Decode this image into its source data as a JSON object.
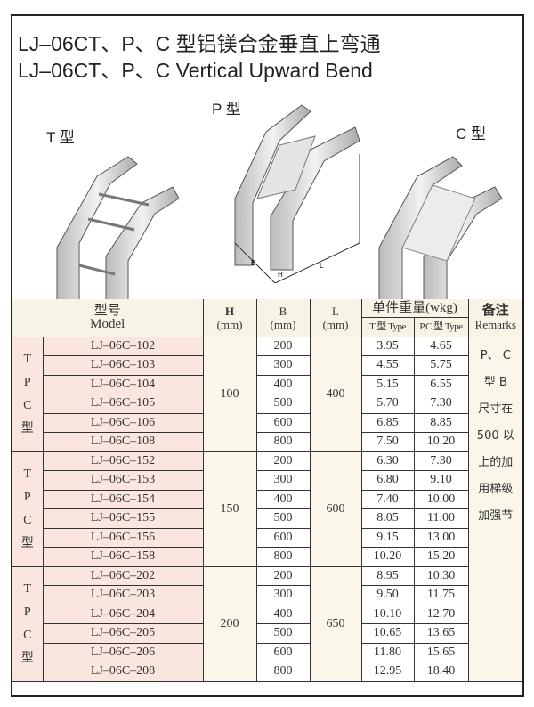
{
  "title_cn": "LJ–06CT、P、C 型铝镁合金垂直上弯通",
  "title_en": "LJ–06CT、P、C Vertical Upward Bend",
  "labels": {
    "t": "T 型",
    "p": "P 型",
    "c": "C 型",
    "dim_b": "B",
    "dim_h": "H",
    "dim_l": "L"
  },
  "header": {
    "model_cn": "型号",
    "model_en": "Model",
    "h": "H",
    "b": "B",
    "l": "L",
    "mm": "(mm)",
    "weight": "单件重量(wkg)",
    "t_type": "T 型 Type",
    "pc_type": "P,C 型 Type",
    "remarks_cn": "备注",
    "remarks_en": "Remarks"
  },
  "type_label": [
    "T",
    "P",
    "C",
    "型"
  ],
  "remarks": [
    "P、 C",
    "型 B",
    "尺寸在",
    "500 以",
    "上的加",
    "用梯级",
    "加强节"
  ],
  "groups": [
    {
      "h": "100",
      "l": "400",
      "rows": [
        {
          "model": "LJ–06C–102",
          "b": "200",
          "t": "3.95",
          "pc": "4.65"
        },
        {
          "model": "LJ–06C–103",
          "b": "300",
          "t": "4.55",
          "pc": "5.75"
        },
        {
          "model": "LJ–06C–104",
          "b": "400",
          "t": "5.15",
          "pc": "6.55"
        },
        {
          "model": "LJ–06C–105",
          "b": "500",
          "t": "5.70",
          "pc": "7.30"
        },
        {
          "model": "LJ–06C–106",
          "b": "600",
          "t": "6.85",
          "pc": "8.85"
        },
        {
          "model": "LJ–06C–108",
          "b": "800",
          "t": "7.50",
          "pc": "10.20"
        }
      ]
    },
    {
      "h": "150",
      "l": "600",
      "rows": [
        {
          "model": "LJ–06C–152",
          "b": "200",
          "t": "6.30",
          "pc": "7.30"
        },
        {
          "model": "LJ–06C–153",
          "b": "300",
          "t": "6.80",
          "pc": "9.10"
        },
        {
          "model": "LJ–06C–154",
          "b": "400",
          "t": "7.40",
          "pc": "10.00"
        },
        {
          "model": "LJ–06C–155",
          "b": "500",
          "t": "8.05",
          "pc": "11.00"
        },
        {
          "model": "LJ–06C–156",
          "b": "600",
          "t": "9.15",
          "pc": "13.00"
        },
        {
          "model": "LJ–06C–158",
          "b": "800",
          "t": "10.20",
          "pc": "15.20"
        }
      ]
    },
    {
      "h": "200",
      "l": "650",
      "rows": [
        {
          "model": "LJ–06C–202",
          "b": "200",
          "t": "8.95",
          "pc": "10.30"
        },
        {
          "model": "LJ–06C–203",
          "b": "300",
          "t": "9.50",
          "pc": "11.75"
        },
        {
          "model": "LJ–06C–204",
          "b": "400",
          "t": "10.10",
          "pc": "12.70"
        },
        {
          "model": "LJ–06C–205",
          "b": "500",
          "t": "10.65",
          "pc": "13.65"
        },
        {
          "model": "LJ–06C–206",
          "b": "600",
          "t": "11.80",
          "pc": "15.65"
        },
        {
          "model": "LJ–06C–208",
          "b": "800",
          "t": "12.95",
          "pc": "18.40"
        }
      ]
    }
  ]
}
